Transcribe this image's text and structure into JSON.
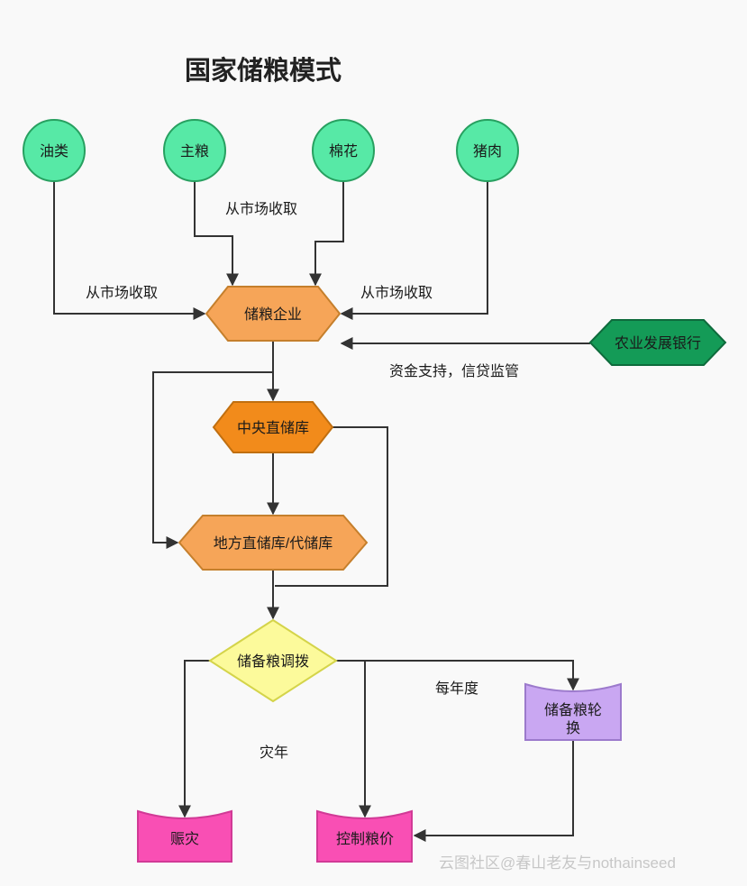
{
  "title": "国家储粮模式",
  "watermark": "云图社区@春山老友与nothainseed",
  "colors": {
    "background": "#f9f9f9",
    "edge": "#333333",
    "source_fill": "#57e9a6",
    "source_stroke": "#27a060",
    "enterprise_fill": "#f6a558",
    "enterprise_stroke": "#c57f2c",
    "bank_fill": "#149b57",
    "bank_stroke": "#0e6b3c",
    "central_fill": "#f28b1b",
    "central_stroke": "#c06f10",
    "local_fill": "#f6a558",
    "local_stroke": "#c57f2c",
    "decision_fill": "#fcfa9b",
    "decision_stroke": "#d4d44a",
    "rotation_fill": "#c9a7f2",
    "rotation_stroke": "#9c7acc",
    "relief_fill": "#f94fb4",
    "relief_stroke": "#d13a96",
    "price_fill": "#f94fb4",
    "price_stroke": "#d13a96"
  },
  "nodes": {
    "oil": {
      "label": "油类"
    },
    "grain": {
      "label": "主粮"
    },
    "cotton": {
      "label": "棉花"
    },
    "pork": {
      "label": "猪肉"
    },
    "enterprise": {
      "label": "储粮企业"
    },
    "bank": {
      "label": "农业发展银行"
    },
    "central": {
      "label": "中央直储库"
    },
    "local": {
      "label": "地方直储库/代储库"
    },
    "decision": {
      "label": "储备粮调拨"
    },
    "rotation": {
      "label_line1": "储备粮轮",
      "label_line2": "换"
    },
    "relief": {
      "label": "赈灾"
    },
    "price": {
      "label": "控制粮价"
    }
  },
  "edge_labels": {
    "collect_top": "从市场收取",
    "collect_left": "从市场收取",
    "collect_right": "从市场收取",
    "funding": "资金支持，信贷监管",
    "annual": "每年度",
    "disaster": "灾年"
  }
}
